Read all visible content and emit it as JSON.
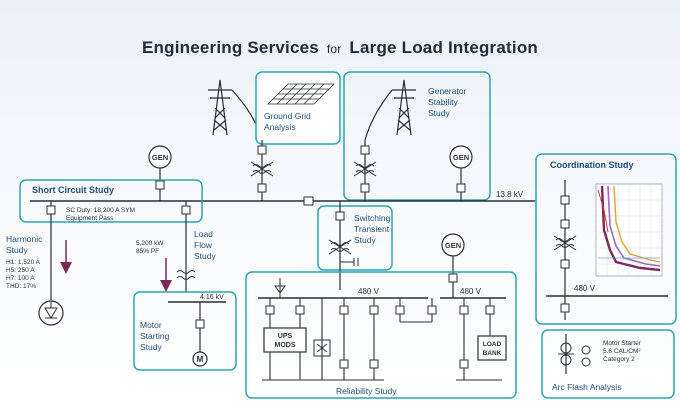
{
  "title": {
    "part1": "Engineering Services",
    "part2": "for",
    "part3": "Large Load Integration"
  },
  "colors": {
    "box_border": "#2aa6b0",
    "line": "#2a2f36",
    "accent": "#7a2a5a",
    "title": "#1f2d3d",
    "label": "#1f4f7a"
  },
  "labels": {
    "ground_grid": [
      "Ground Grid",
      "Analysis"
    ],
    "generator_stability": [
      "Generator",
      "Stability",
      "Study"
    ],
    "short_circuit": "Short Circuit Study",
    "sc_duty": [
      "SC Duty: 18,200 A SYM",
      "Equipment Pass"
    ],
    "harmonic": [
      "Harmonic",
      "Study"
    ],
    "harmonic_values": [
      "H1: 1,520 A",
      "H5: 250 A",
      "H7: 100 A",
      "THD: 17%"
    ],
    "load": [
      "5,200 kW",
      "85% PF"
    ],
    "load_flow": [
      "Load",
      "Flow",
      "Study"
    ],
    "motor_starting": [
      "Motor",
      "Starting",
      "Study"
    ],
    "bus_416": "4.16 kV",
    "bus_138": "13.8 kV",
    "switching": [
      "Switching",
      "Transient",
      "Study"
    ],
    "bus_480_a": "480 V",
    "bus_480_b": "480 V",
    "bus_480_c": "480 V",
    "ups": [
      "UPS",
      "MODS"
    ],
    "load_bank": [
      "LOAD",
      "BANK"
    ],
    "reliability": "Reliability Study",
    "coordination": "Coordination Study",
    "motor_starter": [
      "Motor Starter",
      "5.6 CAL/CM²",
      "Category 2"
    ],
    "arc_flash": "Arc Flash Analysis",
    "gen": "GEN",
    "motor": "M"
  }
}
